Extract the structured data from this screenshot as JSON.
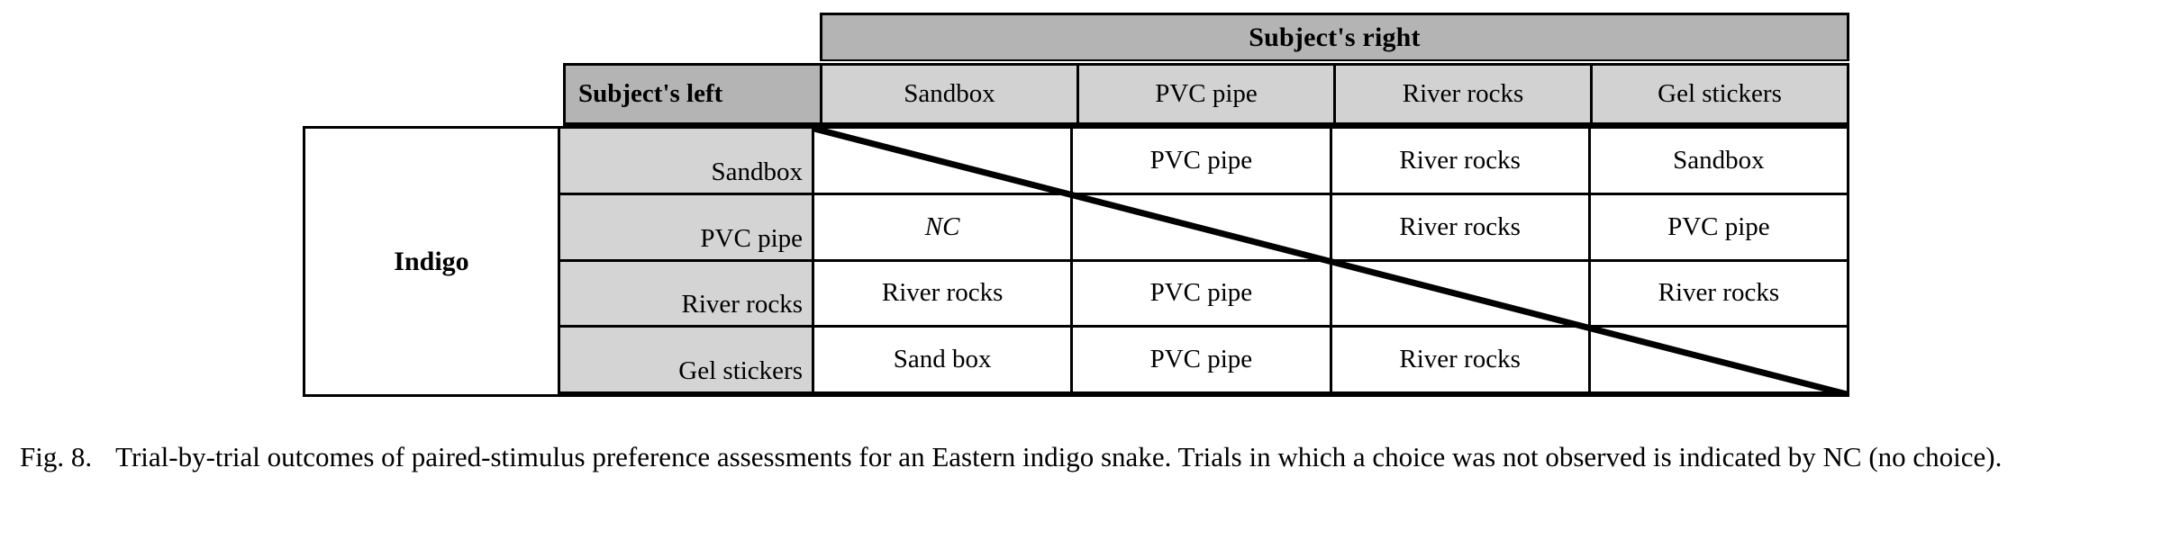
{
  "figure": {
    "number_label": "Fig. 8.",
    "caption_text": "Trial-by-trial outcomes of paired-stimulus preference assessments for an Eastern indigo snake. Trials in which a choice was not observed is indicated by NC (no choice)."
  },
  "table": {
    "subject_label": "Indigo",
    "column_group_header": "Subject's right",
    "row_group_header": "Subject's left",
    "column_headers": [
      "Sandbox",
      "PVC pipe",
      "River rocks",
      "Gel stickers"
    ],
    "row_headers": [
      "Sandbox",
      "PVC pipe",
      "River rocks",
      "Gel stickers"
    ],
    "rows": [
      {
        "header": "Sandbox",
        "cells": [
          {
            "value": "",
            "kind": "diagonal"
          },
          {
            "value": "PVC pipe",
            "kind": "normal"
          },
          {
            "value": "River rocks",
            "kind": "normal"
          },
          {
            "value": "Sandbox",
            "kind": "normal"
          }
        ]
      },
      {
        "header": "PVC pipe",
        "cells": [
          {
            "value": "NC",
            "kind": "nochoice"
          },
          {
            "value": "",
            "kind": "diagonal"
          },
          {
            "value": "River rocks",
            "kind": "normal"
          },
          {
            "value": "PVC pipe",
            "kind": "normal"
          }
        ]
      },
      {
        "header": "River rocks",
        "cells": [
          {
            "value": "River rocks",
            "kind": "normal"
          },
          {
            "value": "PVC pipe",
            "kind": "normal"
          },
          {
            "value": "",
            "kind": "diagonal"
          },
          {
            "value": "River rocks",
            "kind": "normal"
          }
        ]
      },
      {
        "header": "Gel stickers",
        "cells": [
          {
            "value": "Sand box",
            "kind": "normal"
          },
          {
            "value": "PVC pipe",
            "kind": "normal"
          },
          {
            "value": "River rocks",
            "kind": "normal"
          },
          {
            "value": "",
            "kind": "diagonal"
          }
        ]
      }
    ]
  },
  "colors": {
    "banner_gray": "#b4b4b4",
    "header_gray": "#d2d2d2",
    "row_header_gray": "#d4d4d4",
    "cell_white": "#ffffff",
    "rule_black": "#000000"
  },
  "chart_data": {
    "type": "table",
    "title": "Trial-by-trial outcomes of paired-stimulus preference assessments for an Eastern indigo snake",
    "xlabel": "Subject's right",
    "ylabel": "Subject's left",
    "categories": [
      "Sandbox",
      "PVC pipe",
      "River rocks",
      "Gel stickers"
    ],
    "matrix": [
      [
        "",
        "PVC pipe",
        "River rocks",
        "Sandbox"
      ],
      [
        "NC",
        "",
        "River rocks",
        "PVC pipe"
      ],
      [
        "River rocks",
        "PVC pipe",
        "",
        "River rocks"
      ],
      [
        "Sand box",
        "PVC pipe",
        "River rocks",
        ""
      ]
    ],
    "notes": "Diagonal cells are blocked out (same stimulus on both sides). NC = no choice."
  }
}
